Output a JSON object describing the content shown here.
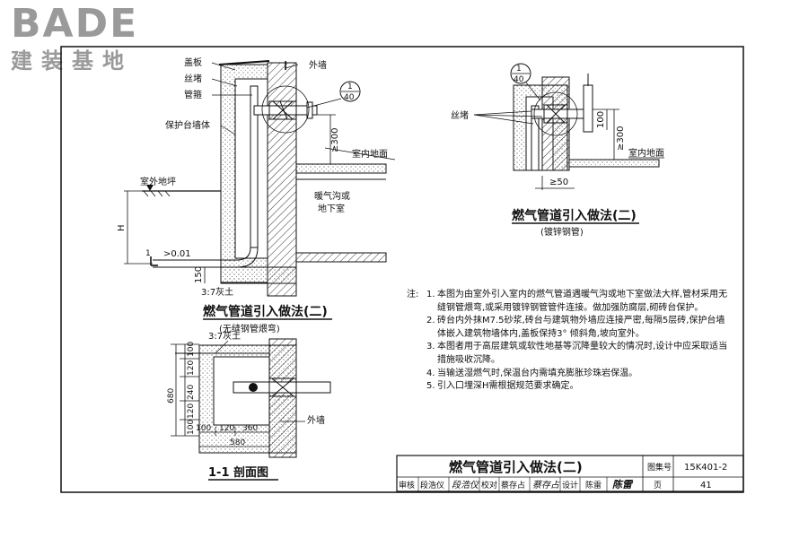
{
  "logo": {
    "word": "BADE",
    "sub": "建装基地"
  },
  "left_drawing": {
    "labels": {
      "cover": "盖板",
      "plug": "丝堵",
      "sleeve": "管箍",
      "protect_wall": "保护台墙体",
      "outer_ground": "室外地坪",
      "outer_wall": "外墙",
      "indoor_ground": "室内地面",
      "trench": "暖气沟或",
      "basement": "地下室",
      "dim_300": "≥300",
      "slope": ">0.01",
      "depth": "H",
      "dim_150": "150",
      "lime_soil": "3:7灰土",
      "ref_num": "1",
      "ref_den": "40",
      "section_mark": "1"
    },
    "title": "燃气管道引入做法(二)",
    "subtitle": "(无缝钢管煨弯)"
  },
  "right_drawing": {
    "labels": {
      "plug": "丝堵",
      "indoor_ground": "室内地面",
      "dim_100": "100",
      "dim_300": "≥300",
      "dim_50": "≥50",
      "ref_num": "1",
      "ref_den": "40"
    },
    "title": "燃气管道引入做法(二)",
    "subtitle": "(镀锌钢管)"
  },
  "section": {
    "labels": {
      "lime_soil": "3:7灰土",
      "outer_wall": "外墙",
      "d680": "680",
      "d100a": "100",
      "d120a": "120",
      "d240": "240",
      "d120b": "120",
      "d100b": "100",
      "w100": "100",
      "w120": "120",
      "w360": "360",
      "w580": "580"
    },
    "title": "1-1 剖面图"
  },
  "notes": {
    "label": "注:",
    "items": [
      {
        "n": "1.",
        "text": "本图为由室外引入室内的燃气管道遇暖气沟或地下室做法大样,管材采用无缝钢管煨弯,或采用镀锌钢管管件连接。做加强防腐层,砌砖台保护。"
      },
      {
        "n": "2.",
        "text": "砖台内外抹M7.5砂浆,砖台与建筑物外墙应连接严密,每隔5层砖,保护台墙体嵌入建筑物墙体内,盖板保持3° 倾斜角,坡向室外。"
      },
      {
        "n": "3.",
        "text": "本图者用于高层建筑或软性地基等沉降量较大的情况时,设计中应采取适当措施吸收沉降。"
      },
      {
        "n": "4.",
        "text": "当输送湿燃气时,保温台内需填充膨胀珍珠岩保温。"
      },
      {
        "n": "5.",
        "text": "引入口埋深H需根据规范要求确定。"
      }
    ]
  },
  "title_block": {
    "main_title": "燃气管道引入做法(二)",
    "atlas_label": "图集号",
    "atlas_no": "15K401-2",
    "review_label": "审核",
    "reviewer": "段浩仪",
    "reviewer_sign": "段浩仪",
    "check_label": "校对",
    "checker": "蔡存占",
    "checker_sign": "蔡存占",
    "design_label": "设计",
    "designer": "陈雷",
    "designer_sign": "陈雷",
    "page_label": "页",
    "page_no": "41"
  }
}
